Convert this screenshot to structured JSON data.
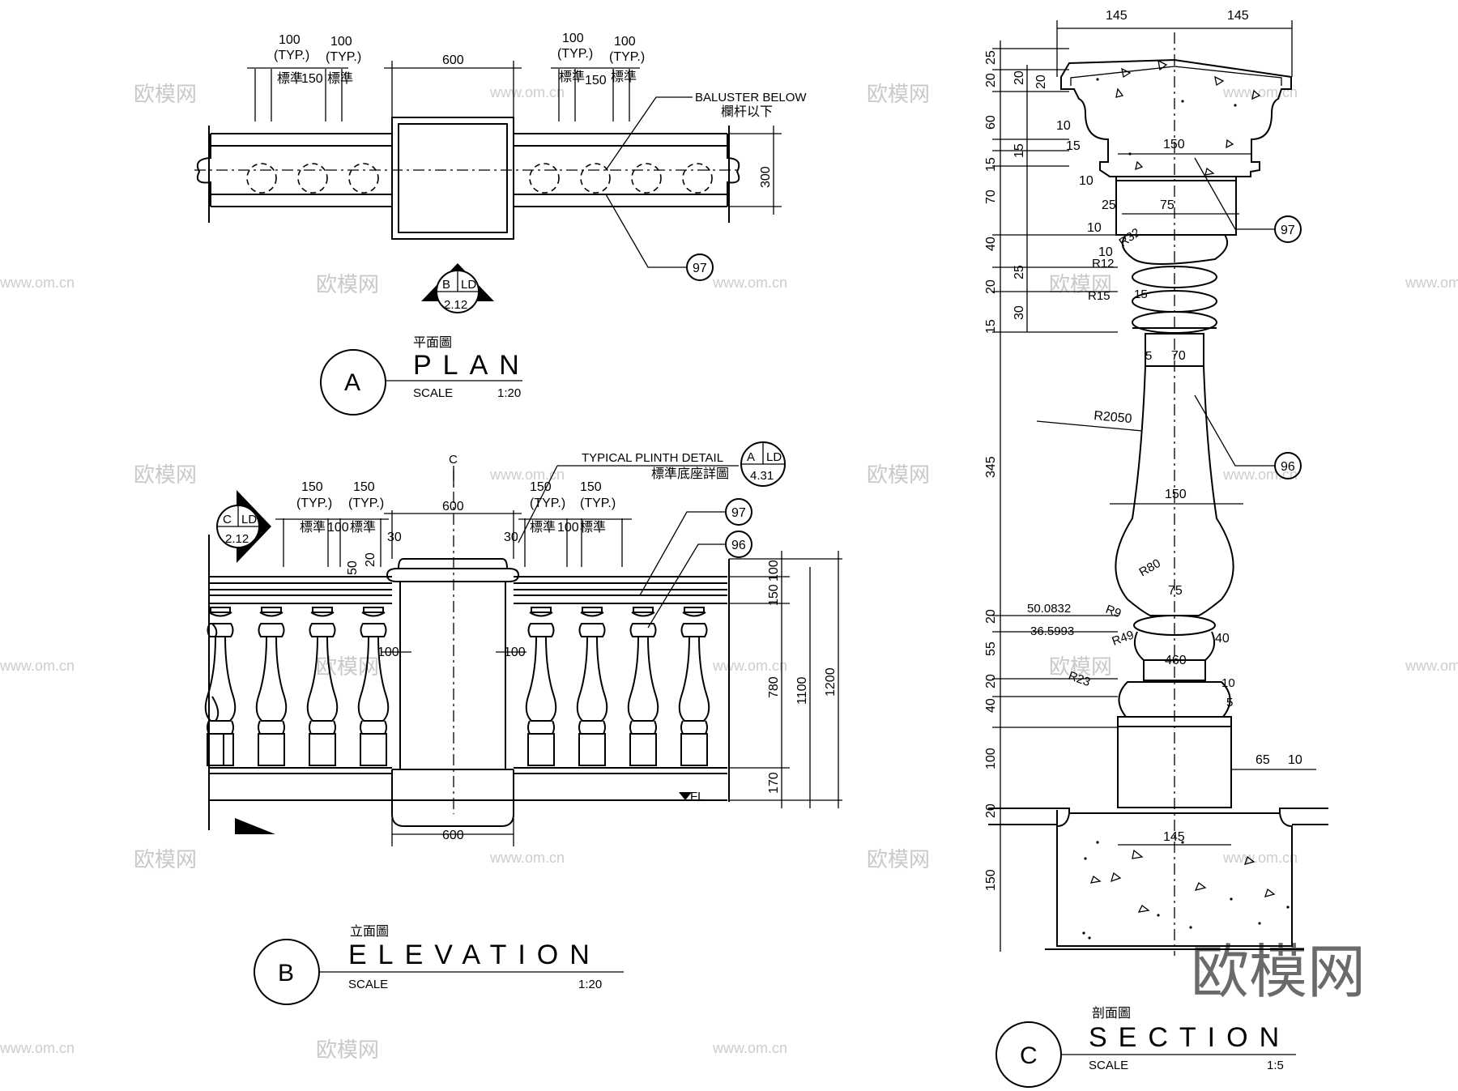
{
  "plan": {
    "title_cn": "平面圖",
    "title": "PLAN",
    "scale_label": "SCALE",
    "scale": "1:20",
    "marker": "A",
    "dim_100_typ_left": "100",
    "typ_left": "(TYP.)",
    "dim_100_left2": "100",
    "typ_left2": "(TYP.)",
    "biaozhun_a": "標準",
    "dim_150_left": "150",
    "biaozhun_b": "標準",
    "dim_100_typ_right": "100",
    "typ_right": "(TYP.)",
    "dim_100_right2": "100",
    "typ_right2": "(TYP.)",
    "biaozhun_c": "標準",
    "dim_150_right": "150",
    "biaozhun_d": "標準",
    "dim_600": "600",
    "dim_300": "300",
    "baluster_below": "BALUSTER BELOW",
    "baluster_below_cn": "欄杆以下",
    "callout_97": "97",
    "ref_letter": "B",
    "ref_ld": "LD",
    "ref_sheet": "2.12"
  },
  "elevation": {
    "title_cn": "立面圖",
    "title": "ELEVATION",
    "scale_label": "SCALE",
    "scale": "1:20",
    "marker": "B",
    "cut_c": "C",
    "plinth_title": "TYPICAL PLINTH DETAIL",
    "plinth_cn": "標準底座詳圖",
    "plinth_ref_letter": "A",
    "plinth_ref_ld": "LD",
    "plinth_ref_sheet": "4.31",
    "left_ref_letter": "C",
    "left_ref_ld": "LD",
    "left_ref_sheet": "2.12",
    "dim_150_a": "150",
    "typ_a": "(TYP.)",
    "dim_150_b": "150",
    "typ_b": "(TYP.)",
    "biaozhun_a": "標準",
    "dim_100_a": "100",
    "biaozhun_b": "標準",
    "dim_150_c": "150",
    "typ_c": "(TYP.)",
    "dim_150_d": "150",
    "typ_d": "(TYP.)",
    "biaozhun_c": "標準",
    "dim_100_b": "100",
    "biaozhun_d": "標準",
    "dim_600_top": "600",
    "dim_30_left": "30",
    "dim_30_right": "30",
    "dim_50": "50",
    "dim_20": "20",
    "dim_100_left": "100",
    "dim_100_right": "100",
    "dim_600_bottom": "600",
    "fl": "FL",
    "callout_97": "97",
    "callout_96": "96",
    "dim_r_100": "100",
    "dim_r_150": "150",
    "dim_r_780": "780",
    "dim_r_170": "170",
    "dim_r_1100": "1100",
    "dim_r_1200": "1200"
  },
  "section": {
    "title_cn": "剖面圖",
    "title": "SECTION",
    "scale_label": "SCALE",
    "scale": "1:5",
    "marker": "C",
    "top_145_left": "145",
    "top_145_right": "145",
    "left_dims": [
      "25",
      "20",
      "60",
      "15",
      "70",
      "40",
      "20",
      "15",
      "345",
      "20",
      "55",
      "20",
      "40",
      "100",
      "20",
      "150"
    ],
    "inner_dims": [
      "20",
      "15",
      "25",
      "30"
    ],
    "d_20_cap": "20",
    "d_10_a": "10",
    "d_15_a": "15",
    "d_150_cap": "150",
    "d_10_b": "10",
    "d_25": "25",
    "d_75_top": "75",
    "d_10_c": "10",
    "d_10_d": "10",
    "r_r32": "R32",
    "r_r12": "R12",
    "r_r15": "R15",
    "d_15_b": "15",
    "d_5": "5",
    "d_70": "70",
    "r_r2050": "R2050",
    "d_150_mid": "150",
    "r_r80": "R80",
    "d_75_mid": "75",
    "d_50_0832": "50.0832",
    "d_36_5993": "36.5993",
    "r_r9": "R9",
    "d_40": "40",
    "r_r49": "R49",
    "d_460": "460",
    "d_10_e": "10",
    "r_r23": "R23",
    "d_5_b": "5",
    "d_65": "65",
    "d_10_f": "10",
    "d_145_base": "145",
    "callout_97": "97",
    "callout_96": "96"
  },
  "watermark": {
    "brand": "欧模网",
    "url": "www.om.cn"
  }
}
